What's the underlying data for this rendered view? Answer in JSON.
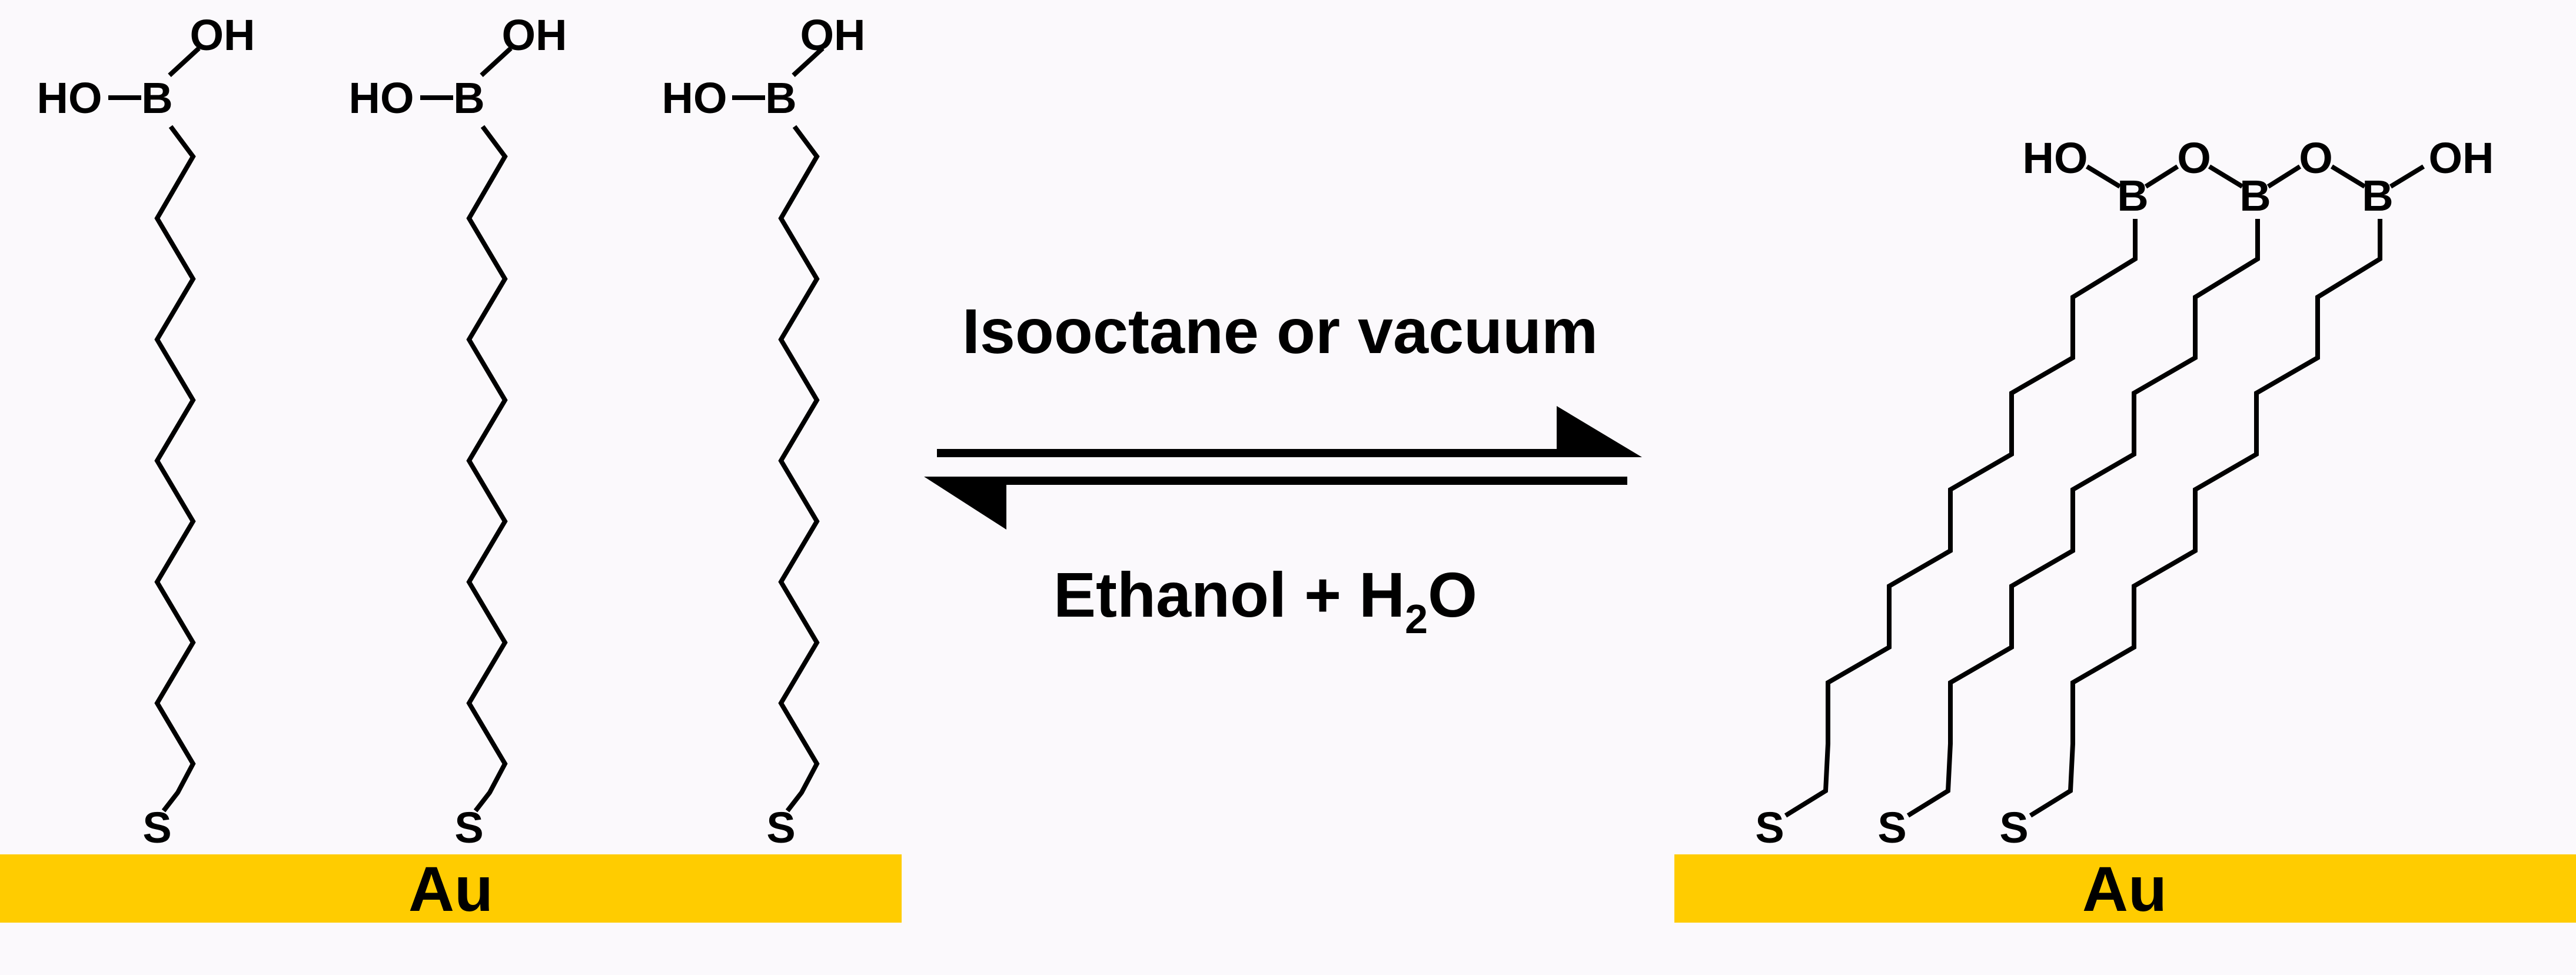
{
  "left_panel": {
    "substrate_label": "Au",
    "substrate_color": "#ffcc00",
    "molecules": [
      {
        "atoms": {
          "hydroxyl_top": "OH",
          "hydroxyl_left": "HO",
          "boron": "B",
          "sulfur": "S"
        }
      },
      {
        "atoms": {
          "hydroxyl_top": "OH",
          "hydroxyl_left": "HO",
          "boron": "B",
          "sulfur": "S"
        }
      },
      {
        "atoms": {
          "hydroxyl_top": "OH",
          "hydroxyl_left": "HO",
          "boron": "B",
          "sulfur": "S"
        }
      }
    ]
  },
  "reaction": {
    "forward_condition": "Isooctane or vacuum",
    "reverse_condition_prefix": "Ethanol + H",
    "reverse_condition_subscript": "2",
    "reverse_condition_suffix": "O"
  },
  "right_panel": {
    "substrate_label": "Au",
    "substrate_color": "#ffcc00",
    "boroxine_labels": [
      "HO",
      "B",
      "O",
      "B",
      "O",
      "B",
      "OH"
    ],
    "sulfur_labels": [
      "S",
      "S",
      "S"
    ]
  }
}
